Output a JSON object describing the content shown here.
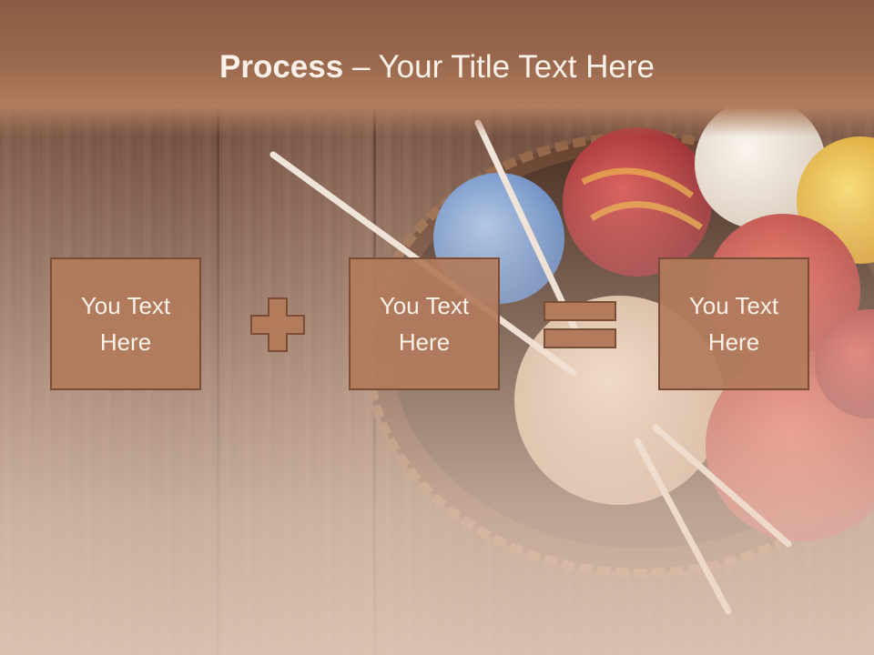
{
  "header": {
    "title_bold": "Process",
    "title_dash": " – ",
    "title_rest": "Your Title Text Here"
  },
  "boxes": [
    {
      "text": "You Text Here"
    },
    {
      "text": "You Text Here"
    },
    {
      "text": "You Text Here"
    }
  ],
  "operators": {
    "plus": "plus-icon",
    "equals": "equals-icon"
  },
  "colors": {
    "header": "#9a684d",
    "box_fill": "#b27b5c",
    "box_border": "#7b4d36",
    "text_light": "#fbf1e8"
  }
}
